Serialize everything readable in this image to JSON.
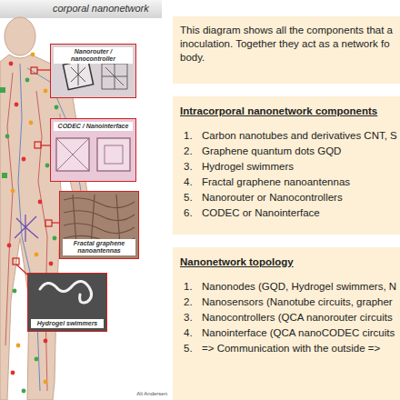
{
  "diagram": {
    "title": "corporal nanonetwork",
    "nodes": [
      {
        "text": [
          "Nanorouter / nanocontroller"
        ]
      },
      {
        "text": [
          "CODEC / Nanointerface"
        ]
      },
      {
        "text": [
          "Fractal graphene nanoantennas"
        ]
      },
      {
        "text": [
          "Hydrogel swimmers"
        ]
      },
      {
        "text": [
          "This diagram shows all the components that a inoculation. Together they act as a network fo body."
        ]
      },
      {
        "text": [
          "Intracorporal nanonetwork components",
          "1.",
          "Carbon nanotubes and derivatives CNT, S",
          "2.",
          "Graphene quantum dots GQD",
          "3.",
          "Hydrogel swimmers",
          "4.",
          "Fractal graphene nanoantennas",
          "5.",
          "Nanorouter or Nanocontrollers",
          "6.",
          "CODEC or Nanointerface"
        ]
      },
      {
        "text": [
          "Nanonetwork topology",
          "1.",
          "Nanonodes (GQD, Hydrogel swimmers, N",
          "2.",
          "Nanosensors (Nanotube circuits, grapher",
          "3.",
          "Nanocontrollers (QCA nanorouter circuits",
          "4.",
          "Nanointerface (QCA nanoCODEC circuits",
          "5.",
          "=> Communication with the outside =>"
        ]
      }
    ],
    "labels": [
      "Ali Andersen"
    ]
  }
}
